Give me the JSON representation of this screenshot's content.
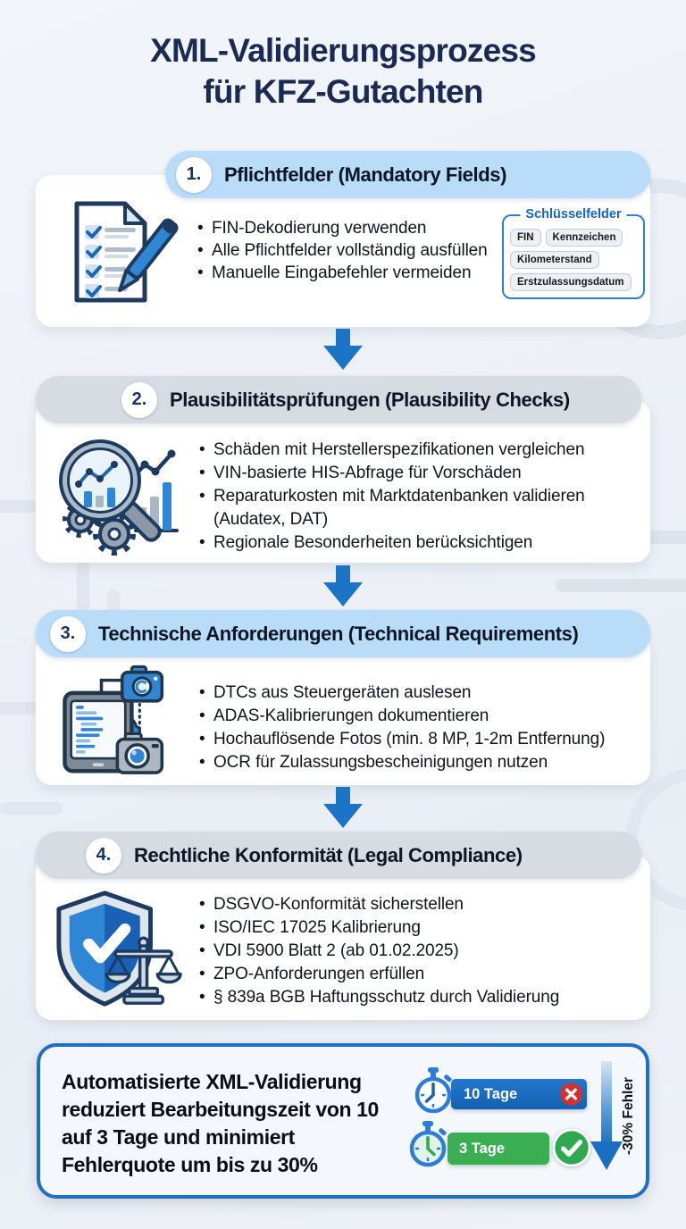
{
  "title": {
    "line1": "XML-Validierungsprozess",
    "line2": "für KFZ-Gutachten"
  },
  "sections": [
    {
      "number": "1.",
      "title": "Pflichtfelder (Mandatory Fields)",
      "icon": "checklist-pen-icon",
      "bullets": [
        "FIN-Dekodierung verwenden",
        "Alle Pflichtfelder vollständig ausfüllen",
        "Manuelle Eingabefehler vermeiden"
      ],
      "key_fields": {
        "title": "Schlüsselfelder",
        "tags": [
          "FIN",
          "Kennzeichen",
          "Kilometerstand",
          "Erstzulassungsdatum"
        ]
      }
    },
    {
      "number": "2.",
      "title": "Plausibilitätsprüfungen (Plausibility Checks)",
      "icon": "magnifier-chart-icon",
      "bullets": [
        "Schäden mit Herstellerspezifikationen vergleichen",
        "VIN-basierte HIS-Abfrage für Vorschäden",
        "Reparaturkosten mit Marktdatenbanken validieren (Audatex, DAT)",
        "Regionale Besonderheiten berücksichtigen"
      ]
    },
    {
      "number": "3.",
      "title": "Technische Anforderungen (Technical Requirements)",
      "icon": "tablet-camera-icon",
      "bullets": [
        "DTCs aus Steuergeräten auslesen",
        "ADAS-Kalibrierungen dokumentieren",
        "Hochauflösende Fotos (min. 8 MP, 1-2m Entfernung)",
        "OCR für Zulassungsbescheinigungen nutzen"
      ]
    },
    {
      "number": "4.",
      "title": "Rechtliche Konformität (Legal Compliance)",
      "icon": "shield-scales-icon",
      "bullets": [
        "DSGVO-Konformität sicherstellen",
        "ISO/IEC 17025 Kalibrierung",
        "VDI 5900 Blatt 2 (ab 01.02.2025)",
        "ZPO-Anforderungen erfüllen",
        "§ 839a BGB Haftungsschutz durch Validierung"
      ]
    }
  ],
  "summary": {
    "text": "Automatisierte XML-Validierung reduziert Bearbeitungszeit von 10 auf 3 Tage und minimiert Fehlerquote um bis zu 30%",
    "before": {
      "label": "10 Tage",
      "icon": "stopwatch-icon",
      "status_icon": "cross-icon"
    },
    "after": {
      "label": "3 Tage",
      "icon": "stopwatch-icon",
      "status_icon": "check-icon"
    },
    "arrow_label": "-30% Fehler"
  },
  "colors": {
    "title": "#1a2a52",
    "header_blue": "#b9dcf9",
    "header_gray": "#d7dbe2",
    "accent_blue": "#1e6fc0",
    "bar_blue": "#1565b0",
    "bar_green": "#3bad53",
    "badge_red": "#d43030",
    "badge_green": "#2fa84f",
    "key_fields_border": "#2e7cd6"
  }
}
